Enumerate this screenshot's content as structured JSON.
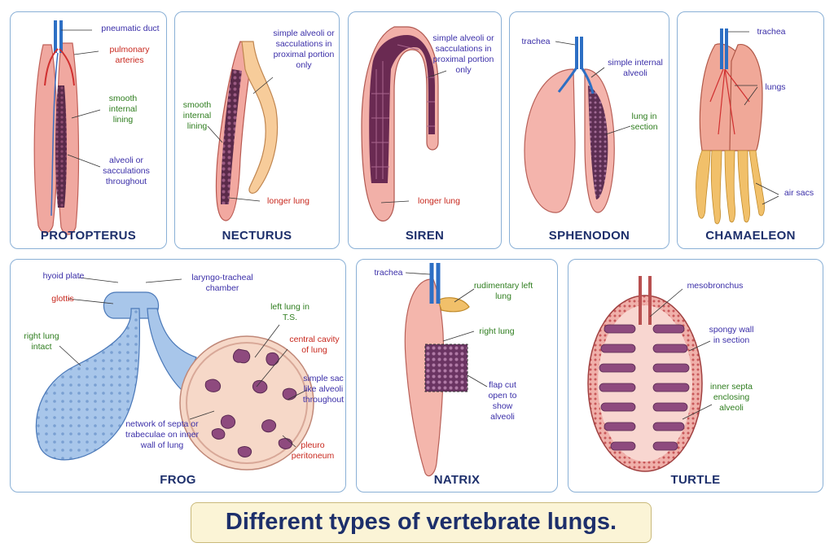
{
  "caption": "Different types of vertebrate lungs.",
  "colors": {
    "border": "#8ab0d6",
    "title": "#1d2f6b",
    "label_blue": "#3a2ea8",
    "label_red": "#c8281e",
    "label_green": "#2e7d1e",
    "caption_bg": "#fbf4d6"
  },
  "panels": {
    "protopterus": {
      "title": "PROTOPTERUS",
      "labels": {
        "pneumatic_duct": "pneumatic duct",
        "pulmonary_arteries": "pulmonary arteries",
        "smooth_internal_lining": "smooth internal lining",
        "alveoli": "alveoli or sacculations throughout"
      }
    },
    "necturus": {
      "title": "NECTURUS",
      "labels": {
        "simple_alveoli": "simple alveoli or sacculations in proximal portion only",
        "smooth_internal_lining": "smooth internal lining",
        "longer_lung": "longer lung"
      }
    },
    "siren": {
      "title": "SIREN",
      "labels": {
        "simple_alveoli": "simple alveoli or sacculations in proximal portion only",
        "longer_lung": "longer lung"
      }
    },
    "sphenodon": {
      "title": "SPHENODON",
      "labels": {
        "trachea": "trachea",
        "simple_internal_alveoli": "simple internal alveoli",
        "lung_in_section": "lung in section"
      }
    },
    "chamaeleon": {
      "title": "CHAMAELEON",
      "labels": {
        "trachea": "trachea",
        "lungs": "lungs",
        "air_sacs": "air sacs"
      }
    },
    "frog": {
      "title": "FROG",
      "labels": {
        "hyoid_plate": "hyoid plate",
        "glottis": "glottis",
        "laryngo_tracheal": "laryngo-tracheal chamber",
        "left_lung_ts": "left lung in T.S.",
        "right_lung_intact": "right lung intact",
        "central_cavity": "central cavity of lung",
        "simple_sac": "simple sac like alveoli throughout",
        "network": "network of septa or trabeculae on inner wall of lung",
        "pleuro": "pleuro peritoneum"
      }
    },
    "natrix": {
      "title": "NATRIX",
      "labels": {
        "trachea": "trachea",
        "rudimentary_left_lung": "rudimentary left lung",
        "right_lung": "right lung",
        "flap_cut": "flap cut open to show alveoli"
      }
    },
    "turtle": {
      "title": "TURTLE",
      "labels": {
        "mesobronchus": "mesobronchus",
        "spongy_wall": "spongy wall in section",
        "inner_septa": "inner septa enclosing alveoli"
      }
    }
  }
}
